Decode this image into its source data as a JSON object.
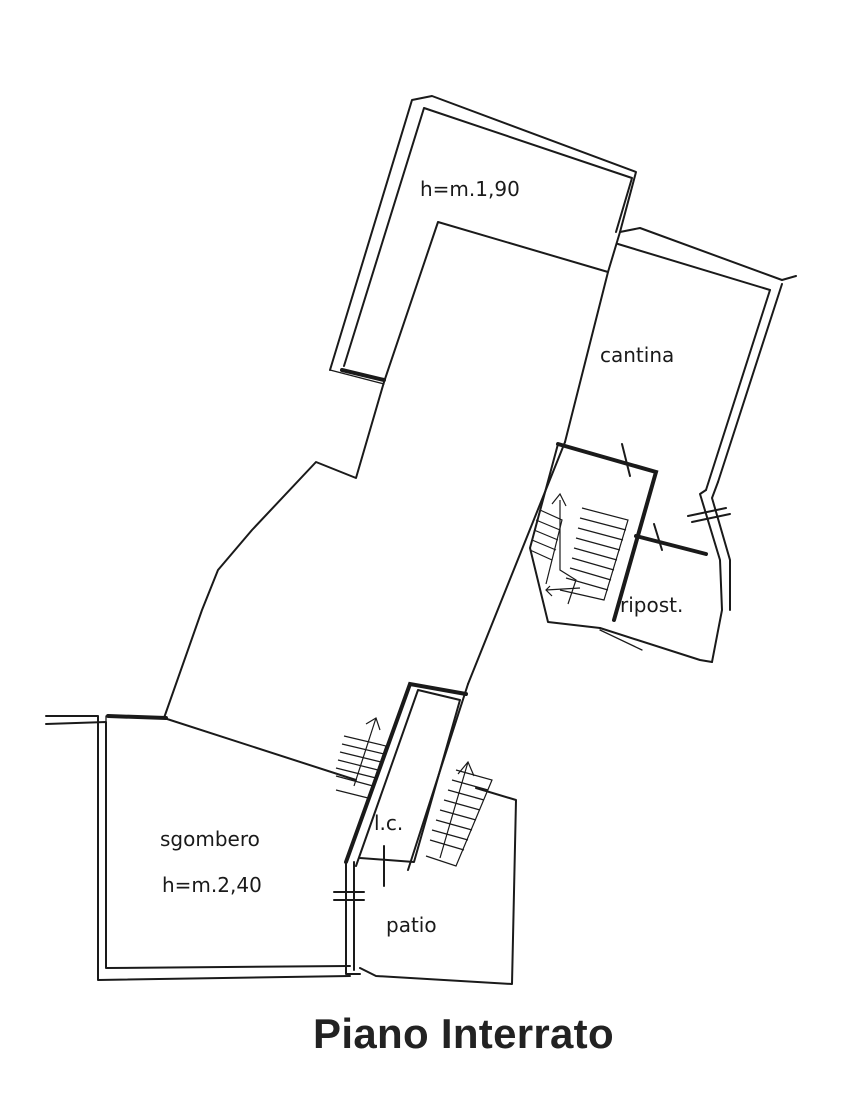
{
  "plan": {
    "rooms": {
      "attic_height": "h=m.1,90",
      "cantina": "cantina",
      "ripostiglio": "ripost.",
      "sgombero": "sgombero",
      "sgombero_height": "h=m.2,40",
      "lc": "l.c.",
      "patio": "patio"
    }
  },
  "footer": {
    "title": "Piano Interrato"
  }
}
